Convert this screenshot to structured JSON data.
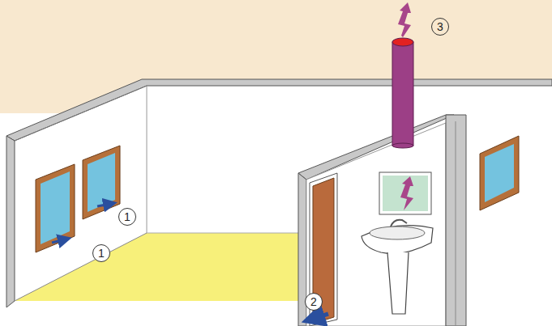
{
  "diagram": {
    "labels": [
      "1",
      "1",
      "2",
      "3"
    ]
  }
}
